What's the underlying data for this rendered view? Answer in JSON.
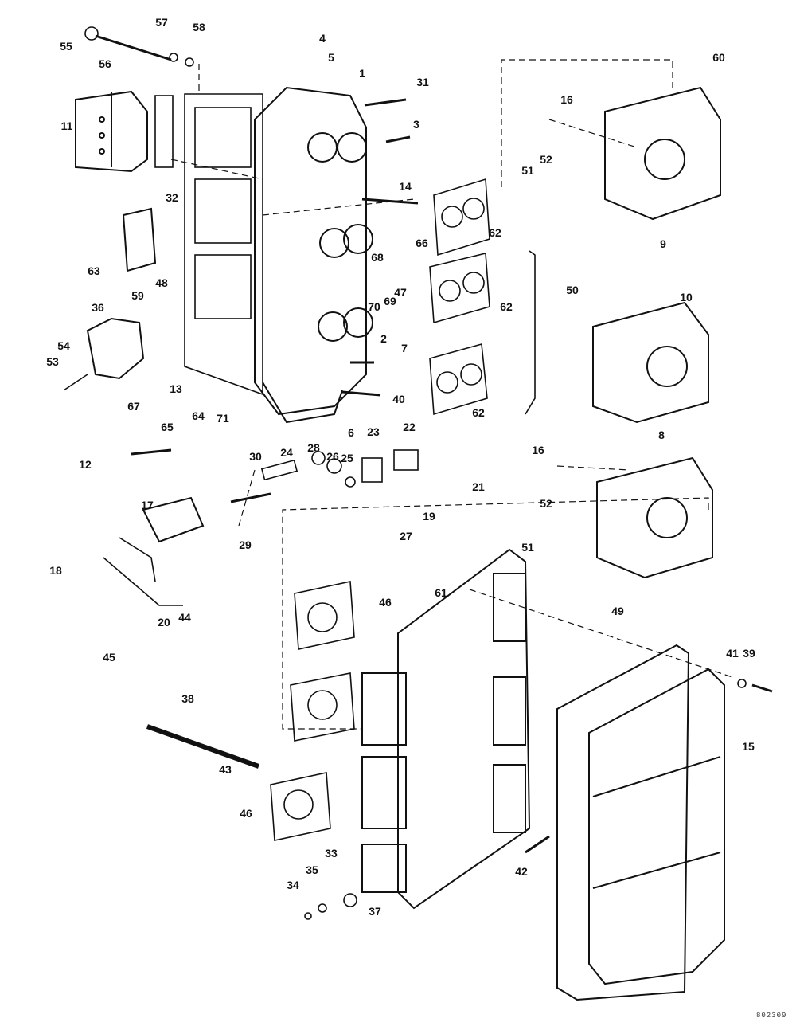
{
  "diagram": {
    "drawing_number": "802309",
    "callouts": [
      "55",
      "57",
      "58",
      "56",
      "4",
      "5",
      "1",
      "31",
      "3",
      "60",
      "16",
      "52",
      "51",
      "9",
      "11",
      "32",
      "14",
      "66",
      "62",
      "50",
      "63",
      "68",
      "69",
      "70",
      "47",
      "48",
      "59",
      "36",
      "54",
      "53",
      "13",
      "2",
      "7",
      "40",
      "6",
      "62",
      "10",
      "62",
      "67",
      "65",
      "64",
      "71",
      "30",
      "24",
      "28",
      "26",
      "25",
      "23",
      "22",
      "21",
      "8",
      "16",
      "12",
      "17",
      "29",
      "19",
      "27",
      "18",
      "52",
      "51",
      "44",
      "20",
      "45",
      "61",
      "46",
      "49",
      "41",
      "39",
      "15",
      "38",
      "43",
      "46",
      "42",
      "33",
      "35",
      "34",
      "37"
    ]
  }
}
